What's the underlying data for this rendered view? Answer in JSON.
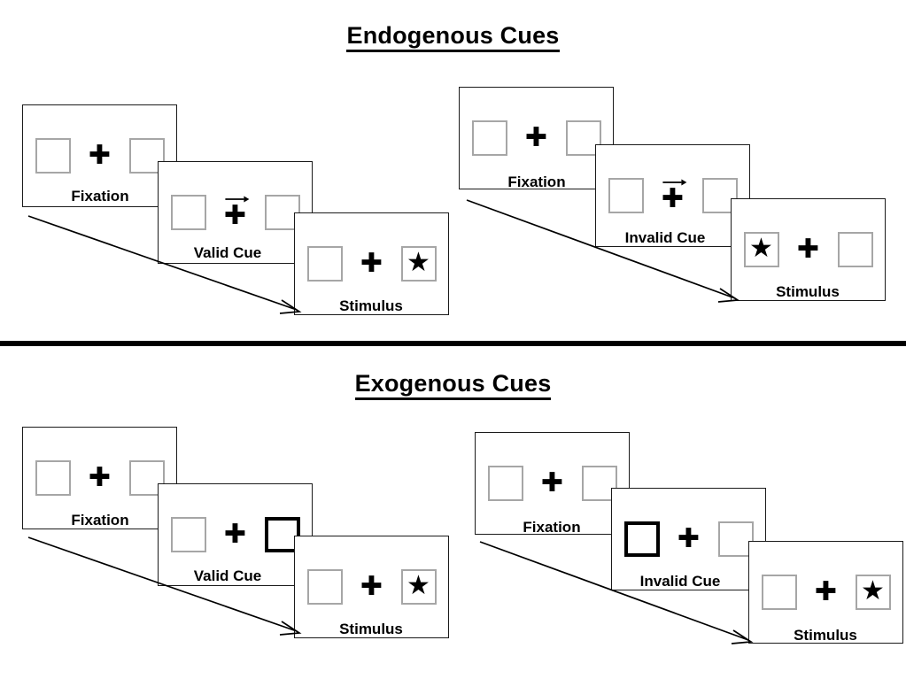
{
  "figure": {
    "title_endogenous": "Endogenous Cues",
    "title_exogenous": "Exogenous Cues",
    "colors": {
      "panel_border": "#1a1a1a",
      "box_border": "#a6a6a6",
      "cued_box_border": "#000000",
      "symbol": "#000000",
      "divider": "#000000",
      "background": "#ffffff"
    }
  },
  "sections": [
    {
      "id": "endogenous",
      "title": "Endogenous Cues",
      "sequences": [
        {
          "id": "endogenous-valid",
          "condition": "valid",
          "panels": [
            {
              "label": "Fixation",
              "left_box": {
                "cued": false,
                "content": "empty"
              },
              "right_box": {
                "cued": false,
                "content": "empty"
              },
              "center": {
                "fixation": "+",
                "arrow_cue": "none"
              }
            },
            {
              "label": "Valid Cue",
              "left_box": {
                "cued": false,
                "content": "empty"
              },
              "right_box": {
                "cued": false,
                "content": "empty"
              },
              "center": {
                "fixation": "+",
                "arrow_cue": "right"
              }
            },
            {
              "label": "Stimulus",
              "left_box": {
                "cued": false,
                "content": "empty"
              },
              "right_box": {
                "cued": false,
                "content": "star"
              },
              "center": {
                "fixation": "+",
                "arrow_cue": "none"
              }
            }
          ]
        },
        {
          "id": "endogenous-invalid",
          "condition": "invalid",
          "panels": [
            {
              "label": "Fixation",
              "left_box": {
                "cued": false,
                "content": "empty"
              },
              "right_box": {
                "cued": false,
                "content": "empty"
              },
              "center": {
                "fixation": "+",
                "arrow_cue": "none"
              }
            },
            {
              "label": "Invalid Cue",
              "left_box": {
                "cued": false,
                "content": "empty"
              },
              "right_box": {
                "cued": false,
                "content": "empty"
              },
              "center": {
                "fixation": "+",
                "arrow_cue": "right"
              }
            },
            {
              "label": "Stimulus",
              "left_box": {
                "cued": false,
                "content": "star"
              },
              "right_box": {
                "cued": false,
                "content": "empty"
              },
              "center": {
                "fixation": "+",
                "arrow_cue": "none"
              }
            }
          ]
        }
      ]
    },
    {
      "id": "exogenous",
      "title": "Exogenous Cues",
      "sequences": [
        {
          "id": "exogenous-valid",
          "condition": "valid",
          "panels": [
            {
              "label": "Fixation",
              "left_box": {
                "cued": false,
                "content": "empty"
              },
              "right_box": {
                "cued": false,
                "content": "empty"
              },
              "center": {
                "fixation": "+",
                "arrow_cue": "none"
              }
            },
            {
              "label": "Valid Cue",
              "left_box": {
                "cued": false,
                "content": "empty"
              },
              "right_box": {
                "cued": true,
                "content": "empty"
              },
              "center": {
                "fixation": "+",
                "arrow_cue": "none"
              }
            },
            {
              "label": "Stimulus",
              "left_box": {
                "cued": false,
                "content": "empty"
              },
              "right_box": {
                "cued": false,
                "content": "star"
              },
              "center": {
                "fixation": "+",
                "arrow_cue": "none"
              }
            }
          ]
        },
        {
          "id": "exogenous-invalid",
          "condition": "invalid",
          "panels": [
            {
              "label": "Fixation",
              "left_box": {
                "cued": false,
                "content": "empty"
              },
              "right_box": {
                "cued": false,
                "content": "empty"
              },
              "center": {
                "fixation": "+",
                "arrow_cue": "none"
              }
            },
            {
              "label": "Invalid Cue",
              "left_box": {
                "cued": true,
                "content": "empty"
              },
              "right_box": {
                "cued": false,
                "content": "empty"
              },
              "center": {
                "fixation": "+",
                "arrow_cue": "none"
              }
            },
            {
              "label": "Stimulus",
              "left_box": {
                "cued": false,
                "content": "empty"
              },
              "right_box": {
                "cued": false,
                "content": "star"
              },
              "center": {
                "fixation": "+",
                "arrow_cue": "none"
              }
            }
          ]
        }
      ]
    }
  ],
  "symbols": {
    "fixation_cross": "✚",
    "target_star": "★"
  }
}
